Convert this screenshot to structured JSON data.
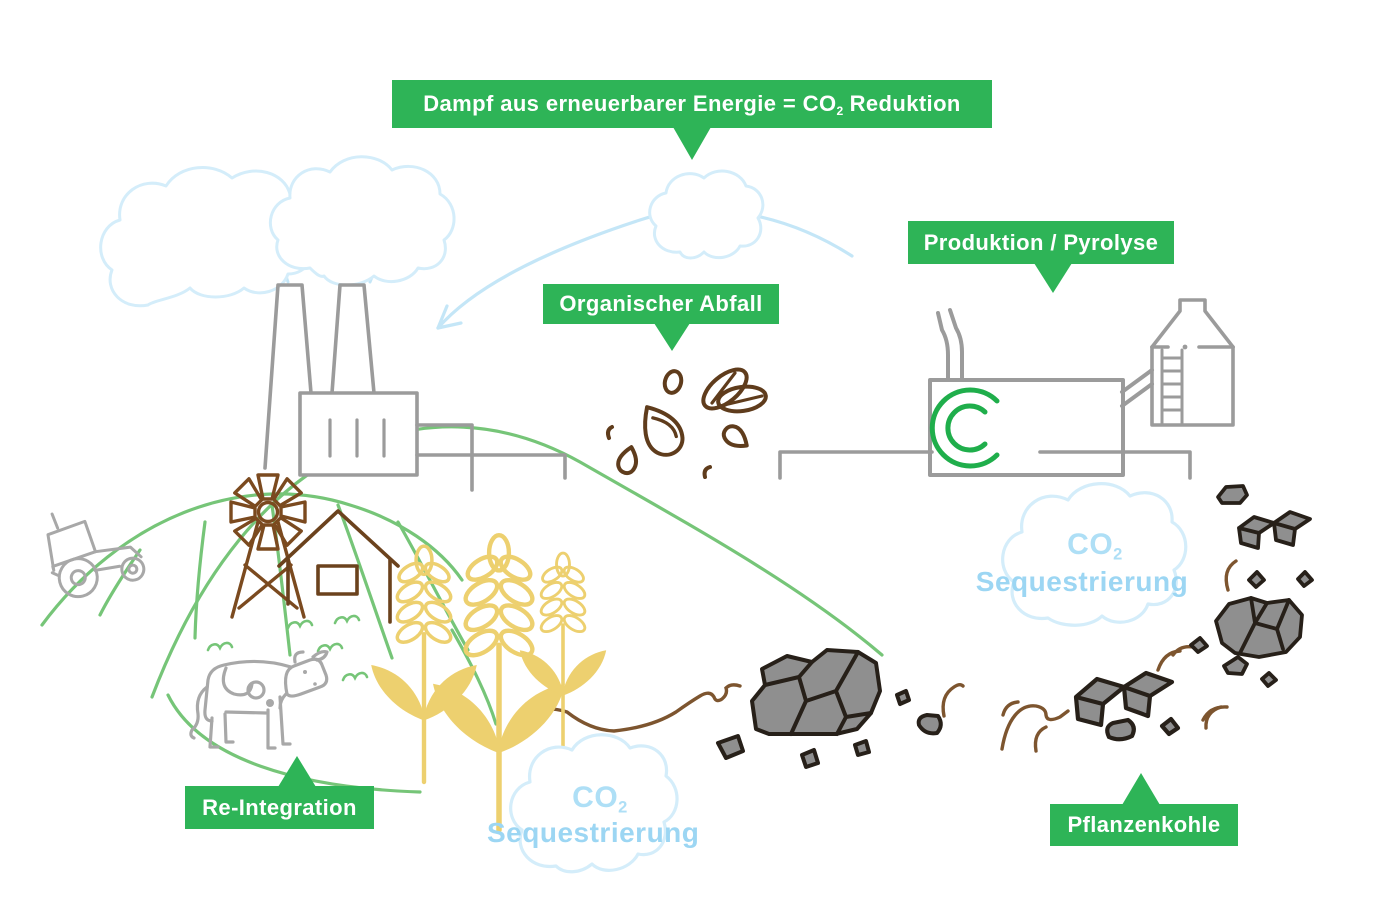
{
  "labels": {
    "steam_banner": {
      "prefix": "Dampf aus erneuerbarer Energie = CO",
      "sub": "2",
      "suffix": "Reduktion"
    },
    "production": "Produktion / Pyrolyse",
    "organic_waste": "Organischer Abfall",
    "reintegration": "Re-Integration",
    "biochar": "Pflanzenkohle"
  },
  "co2_cloud": {
    "co": "CO",
    "sub": "2",
    "line2": "Sequestrierung"
  },
  "colors": {
    "label_green": "#2eb457",
    "logo_green": "#1fae4b",
    "hill_green": "#76c578",
    "cloud_outline": "#d4edfa",
    "flow_blue": "#c4e6f7",
    "co2_text": "#aedff6",
    "sequestrierung_text": "#9cd6f3",
    "outline_gray": "#9b9b9b",
    "animal_gray": "#a8a8a8",
    "windmill_brown": "#7b4a1f",
    "barn_brown": "#6b421d",
    "seed_brown": "#5f3c1c",
    "soil_brown": "#7d552f",
    "wheat_yellow": "#edd06f",
    "charcoal_fill": "#8f8f8f",
    "charcoal_stroke": "#272019"
  },
  "icons": [
    "cloud-icon",
    "smoke-icon",
    "factory-icon",
    "steam-arrow-icon",
    "seeds-icon",
    "pyrolysis-machine-icon",
    "c-logo-icon",
    "silo-icon",
    "conveyor-icon",
    "hill-icon",
    "field-furrows-icon",
    "tractor-icon",
    "windmill-icon",
    "barn-icon",
    "grass-tuft-icon",
    "cow-icon",
    "wheat-icon",
    "soil-trail-icon",
    "biochar-pile-icon",
    "biochar-cube-icon",
    "co2-cloud-icon"
  ]
}
